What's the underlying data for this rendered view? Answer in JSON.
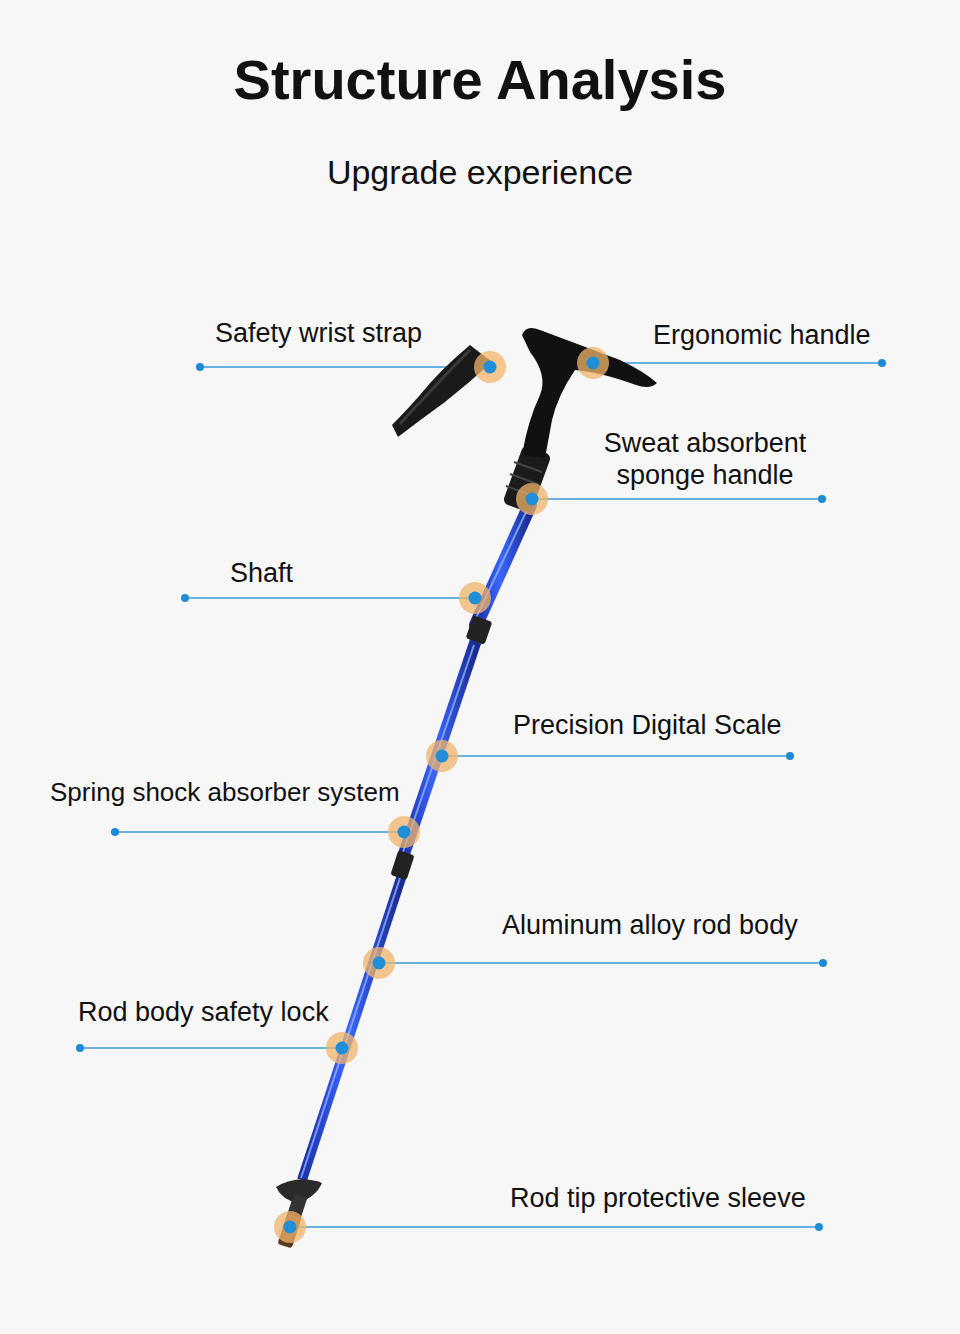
{
  "diagram": {
    "title": "Structure Analysis",
    "labels": [
      "Upgrade experience",
      "Safety wrist strap",
      "Ergonomic handle",
      "Sweat absorbent sponge handle",
      "Shaft",
      "Precision Digital Scale",
      "Spring shock absorber system",
      "Aluminum alloy rod body",
      "Rod body safety lock",
      "Rod tip protective sleeve"
    ]
  }
}
